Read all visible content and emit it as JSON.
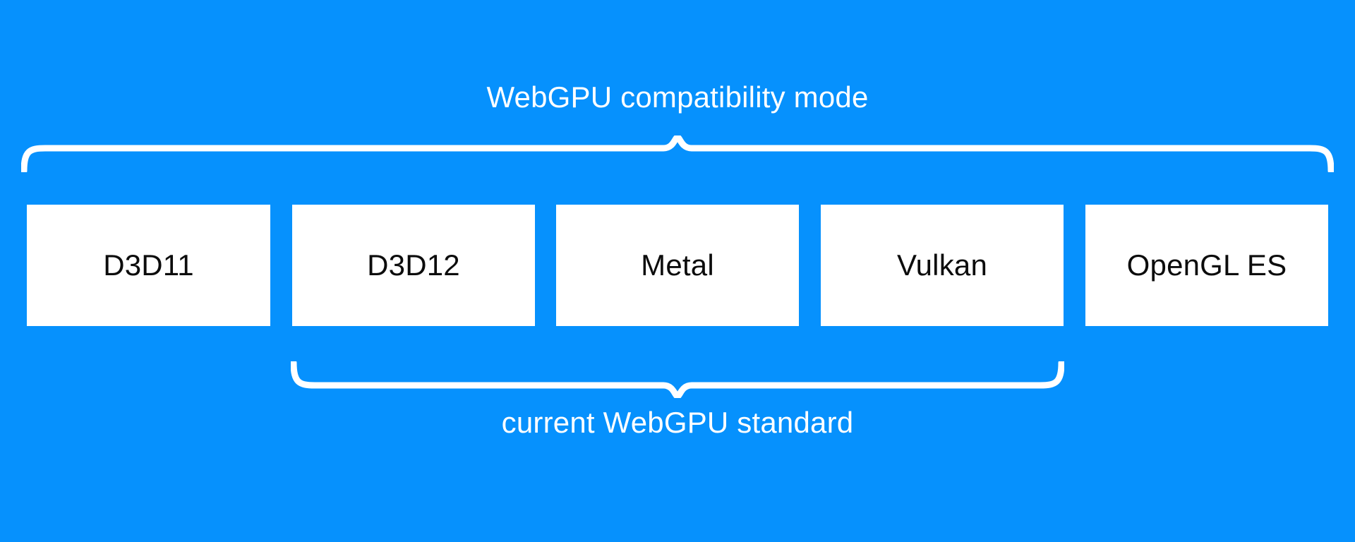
{
  "diagram": {
    "background_color": "#0691fd",
    "box_fill_color": "#ffffff",
    "box_text_color": "#0c0c0c",
    "label_text_color": "#ffffff",
    "brace_color": "#ffffff",
    "top_group": {
      "label": "WebGPU compatibility mode",
      "covers": [
        "D3D11",
        "D3D12",
        "Metal",
        "Vulkan",
        "OpenGL ES"
      ]
    },
    "bottom_group": {
      "label": "current WebGPU standard",
      "covers": [
        "D3D12",
        "Metal",
        "Vulkan"
      ]
    },
    "apis": [
      {
        "label": "D3D11"
      },
      {
        "label": "D3D12"
      },
      {
        "label": "Metal"
      },
      {
        "label": "Vulkan"
      },
      {
        "label": "OpenGL ES"
      }
    ]
  }
}
